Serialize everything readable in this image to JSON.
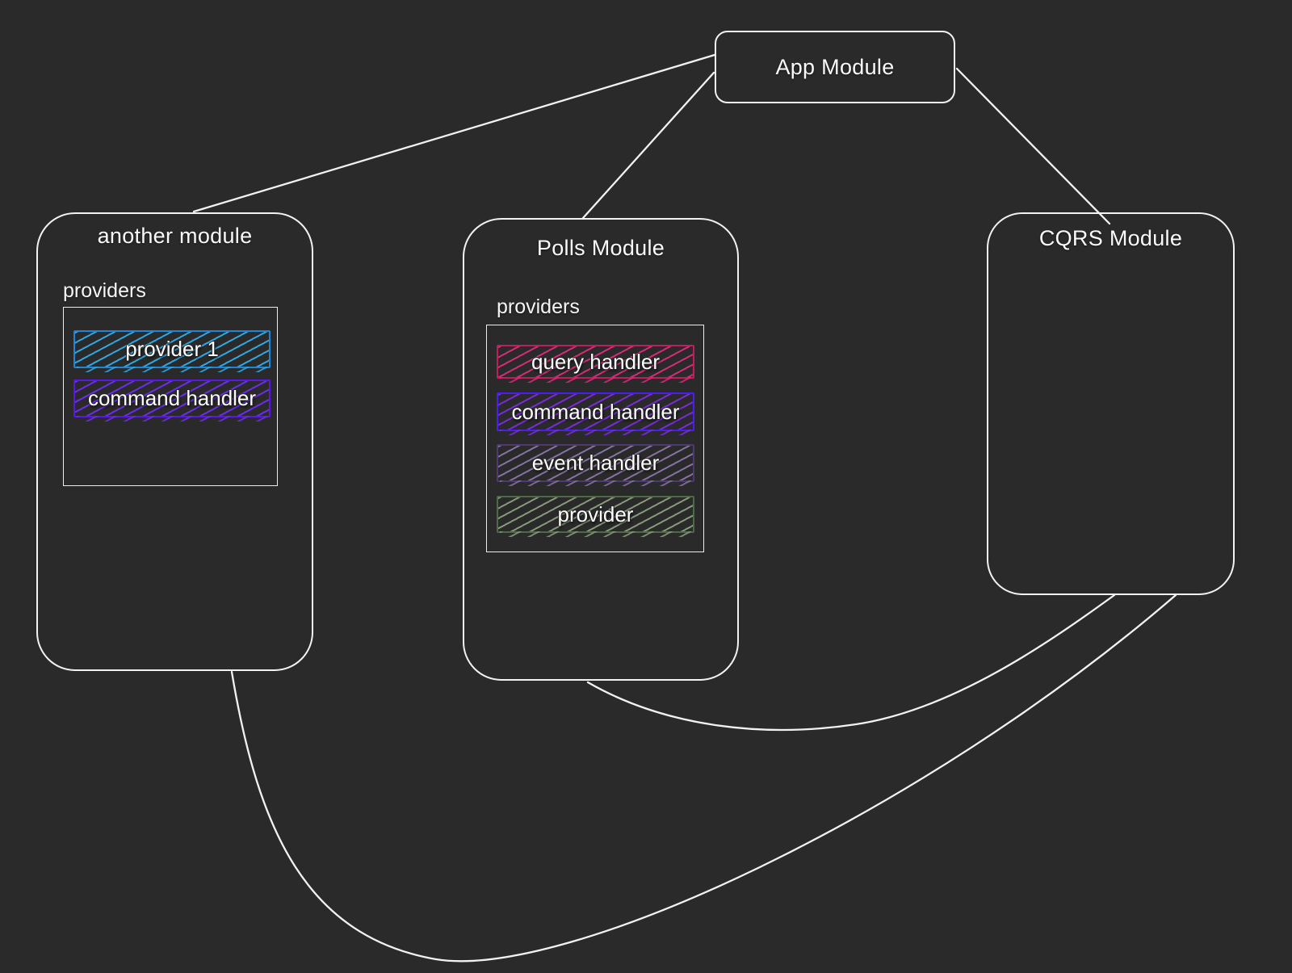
{
  "diagram": {
    "background_color": "#2a2a2a",
    "line_color": "#f2f2f2",
    "text_color": "#ffffff",
    "modules": {
      "app": {
        "title": "App Module"
      },
      "another": {
        "title": "another module",
        "providers_label": "providers",
        "providers": [
          {
            "label": "provider 1",
            "border": "#1d86d8",
            "hatch": "#2fa7e0"
          },
          {
            "label": "command handler",
            "border": "#5b17e8",
            "hatch": "#6c2cf0"
          }
        ]
      },
      "polls": {
        "title": "Polls Module",
        "providers_label": "providers",
        "providers": [
          {
            "label": "query handler",
            "border": "#c01d5e",
            "hatch": "#d62b78"
          },
          {
            "label": "command handler",
            "border": "#4a1ef0",
            "hatch": "#7a2bd8"
          },
          {
            "label": "event handler",
            "border": "#4e3a6e",
            "hatch": "#8671a3"
          },
          {
            "label": "provider",
            "border": "#4c6b45",
            "hatch": "#87997b"
          }
        ]
      },
      "cqrs": {
        "title": "CQRS Module"
      }
    },
    "edges": [
      {
        "from": "App Module",
        "to": "another module"
      },
      {
        "from": "App Module",
        "to": "Polls Module"
      },
      {
        "from": "App Module",
        "to": "CQRS Module"
      },
      {
        "from": "another module",
        "to": "CQRS Module"
      },
      {
        "from": "Polls Module",
        "to": "CQRS Module"
      }
    ]
  }
}
